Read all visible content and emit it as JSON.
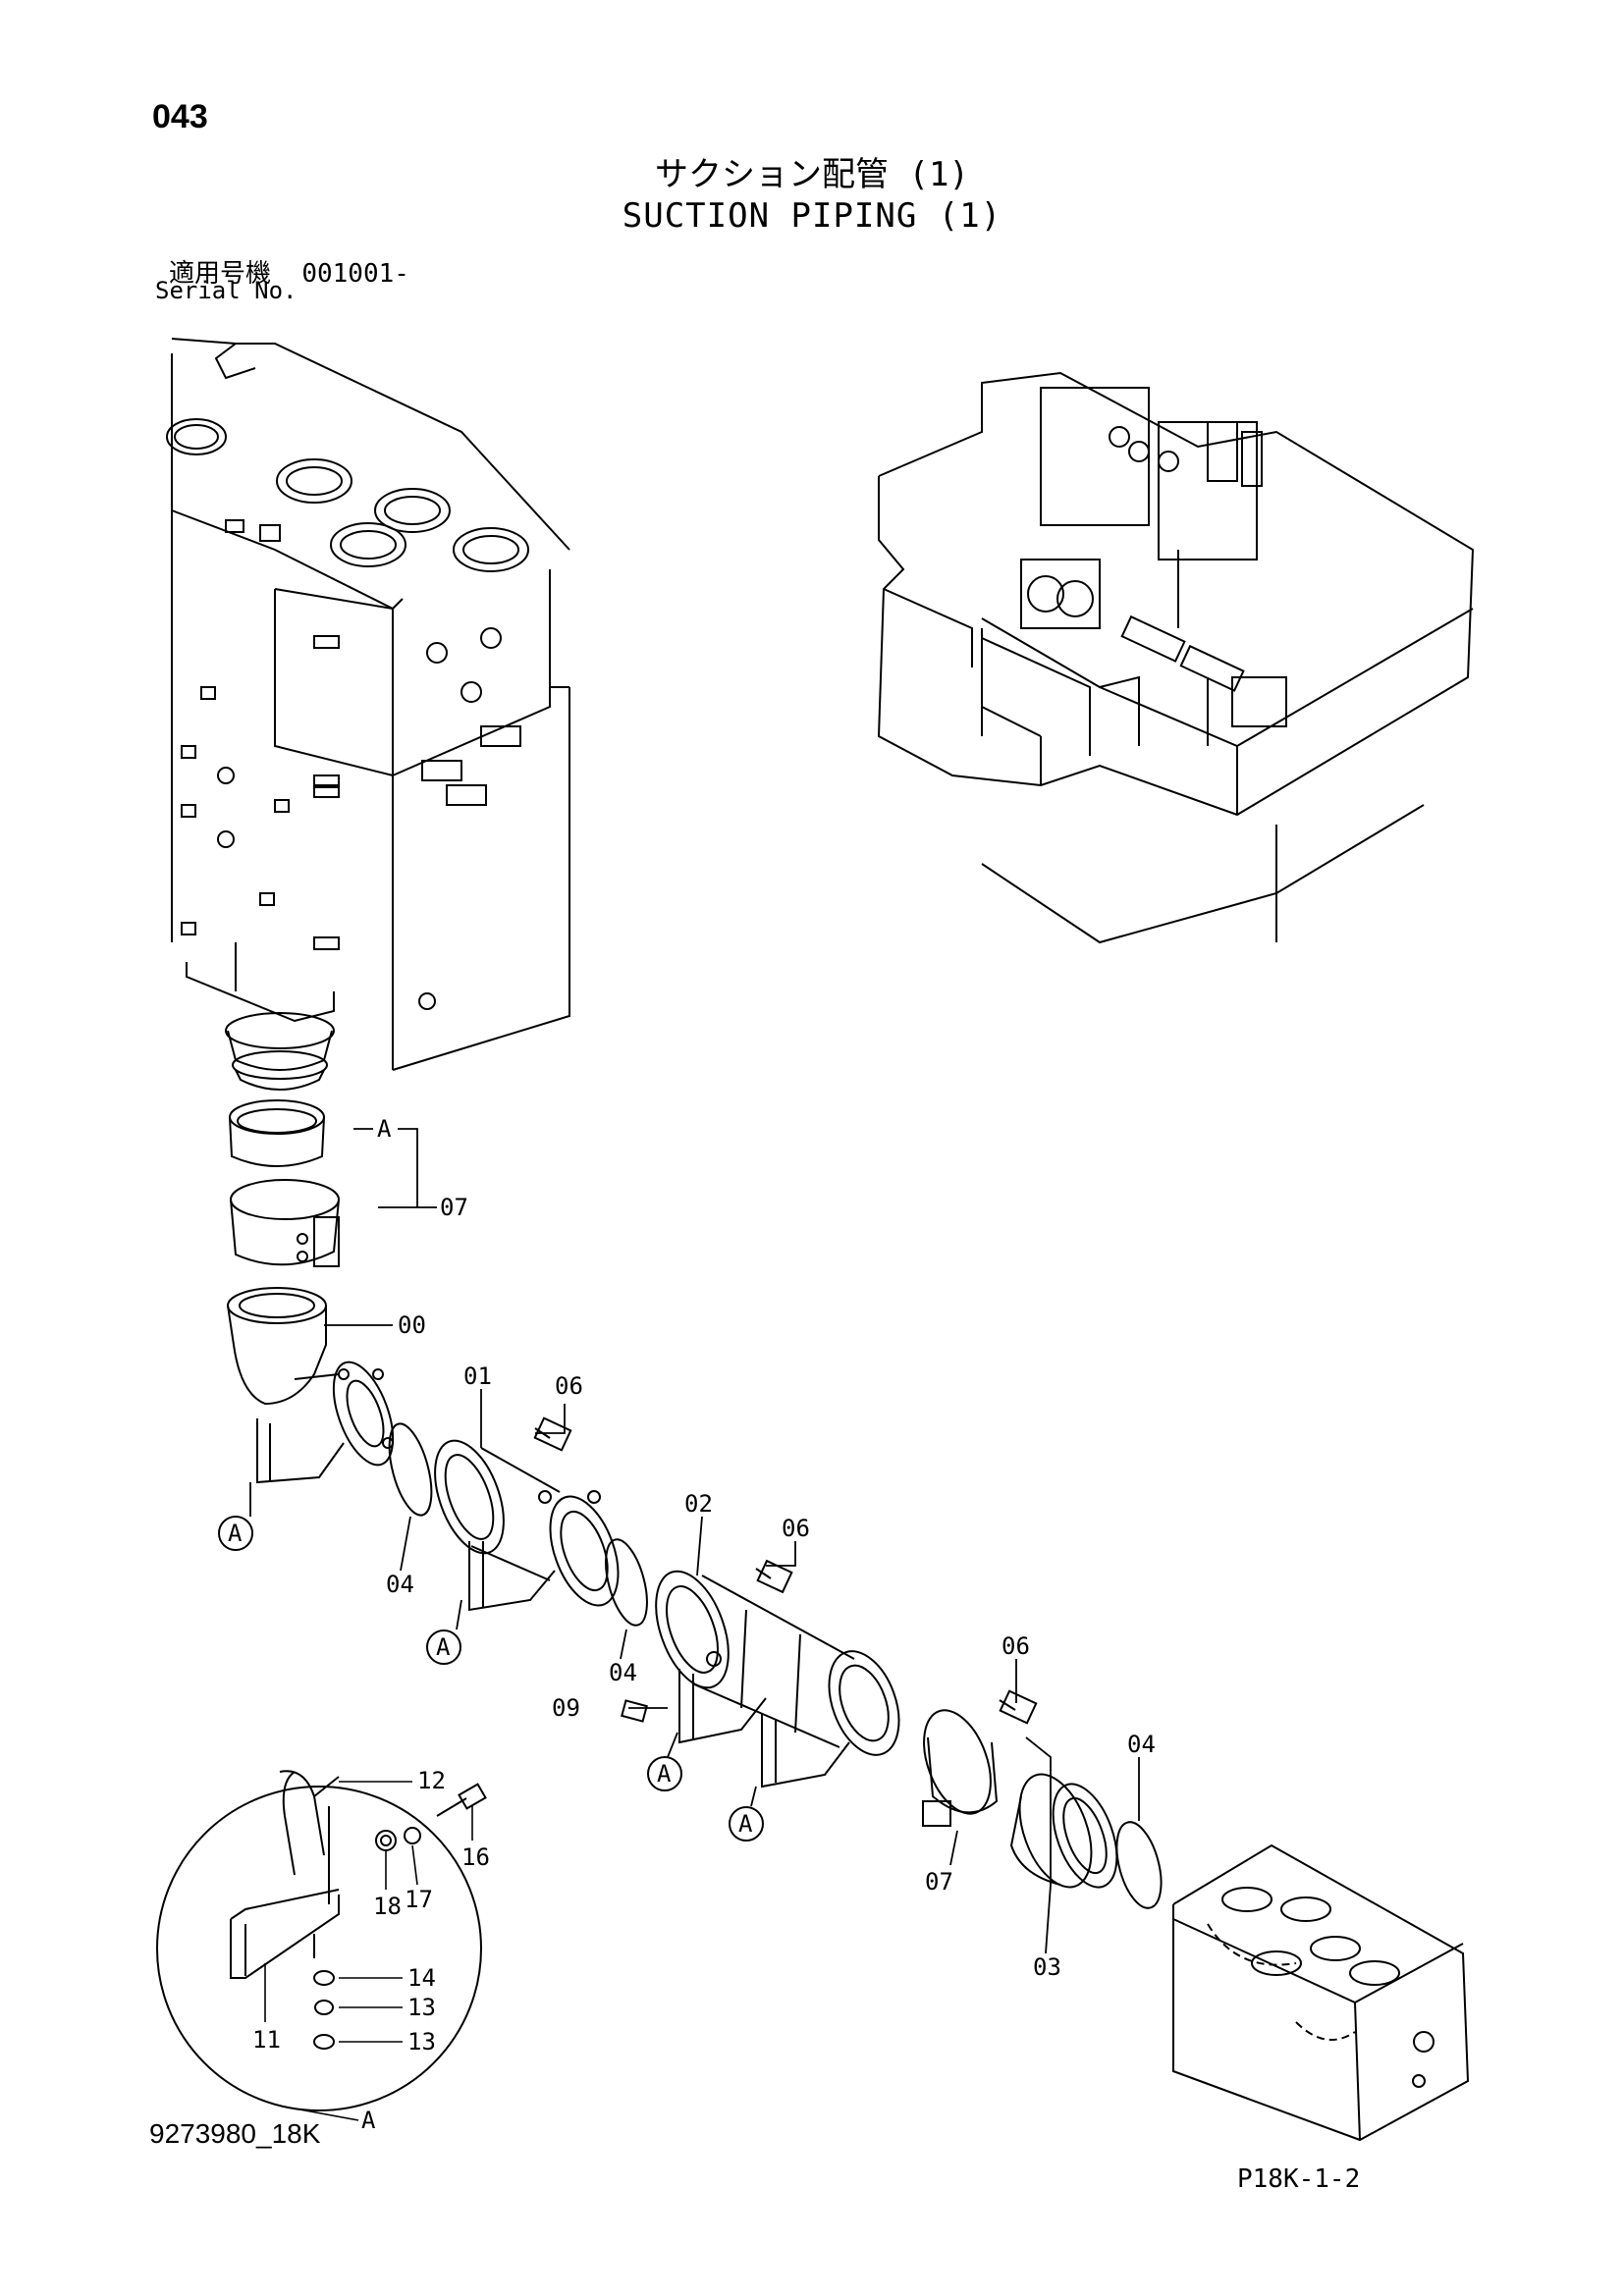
{
  "page_number": "043",
  "title_japanese": "サクション配管 (1)",
  "title_english": "SUCTION PIPING (1)",
  "serial": {
    "label_japanese": "適用号機",
    "value": "001001-",
    "label_english": "Serial No."
  },
  "callouts": {
    "ref_a_top": "A",
    "c07_top": "07",
    "c00": "00",
    "c01": "01",
    "c06_a": "06",
    "c04_a": "04",
    "ref_a_1": "A",
    "ref_a_2": "A",
    "c02": "02",
    "c06_b": "06",
    "c04_b": "04",
    "c09": "09",
    "ref_a_3": "A",
    "ref_a_4": "A",
    "c06_c": "06",
    "c04_c": "04",
    "c07_bottom": "07",
    "c03": "03",
    "c12": "12",
    "c16": "16",
    "c18": "18",
    "c17": "17",
    "c14": "14",
    "c13_a": "13",
    "c13_b": "13",
    "c11": "11",
    "ref_a_detail": "A"
  },
  "footer_left": "9273980_18K",
  "footer_right": "P18K-1-2"
}
